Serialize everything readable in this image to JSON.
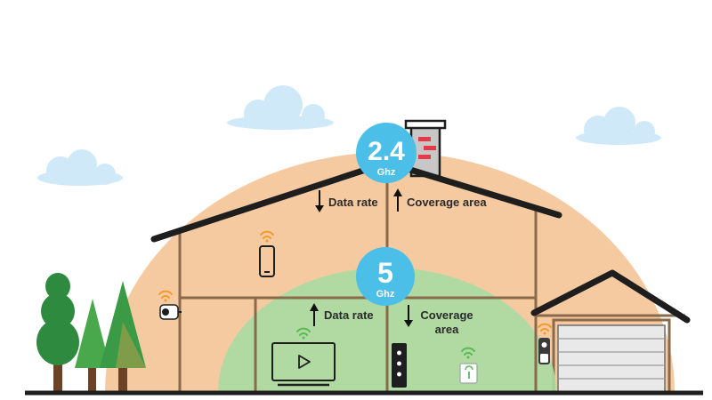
{
  "bands": {
    "band_24": {
      "value": "2.4",
      "unit": "Ghz",
      "data_rate_label": "Data rate",
      "coverage_label": "Coverage area"
    },
    "band_5": {
      "value": "5",
      "unit": "Ghz",
      "data_rate_label": "Data rate",
      "coverage_label_line1": "Coverage",
      "coverage_label_line2": "area"
    }
  },
  "colors": {
    "coverage_24": "#f4c79b",
    "coverage_5": "#a9dba2",
    "badge": "#4bbfe8",
    "cloud": "#cfe9f8",
    "house_line": "#8a6a4a",
    "roof": "#1e1e1e",
    "wifi_orange": "#f39a2b",
    "wifi_green": "#59b954",
    "tree_dark": "#2e8a3e",
    "tree_light": "#49a84c",
    "trunk": "#6b4226",
    "chimney_red": "#e43a4a"
  },
  "icons": {
    "arrow_down": "arrow-down-icon",
    "arrow_up": "arrow-up-icon",
    "wifi": "wifi-icon",
    "phone": "phone-icon",
    "tv": "tv-icon",
    "camera": "security-camera-icon",
    "doorbell": "doorbell-icon",
    "plug": "smart-plug-icon",
    "speaker": "speaker-icon"
  }
}
